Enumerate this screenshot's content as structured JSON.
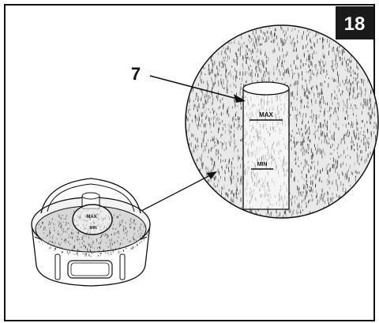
{
  "figure": {
    "page_number": "18",
    "callout_number": "7",
    "zoom_max_label": "MAX",
    "zoom_min_label": "MIN",
    "small_max_label": "MAX",
    "small_min_label": "MIN"
  },
  "colors": {
    "badge_bg": "#1a1a1a",
    "badge_text": "#ffffff",
    "line": "#111111",
    "background": "#ffffff"
  }
}
